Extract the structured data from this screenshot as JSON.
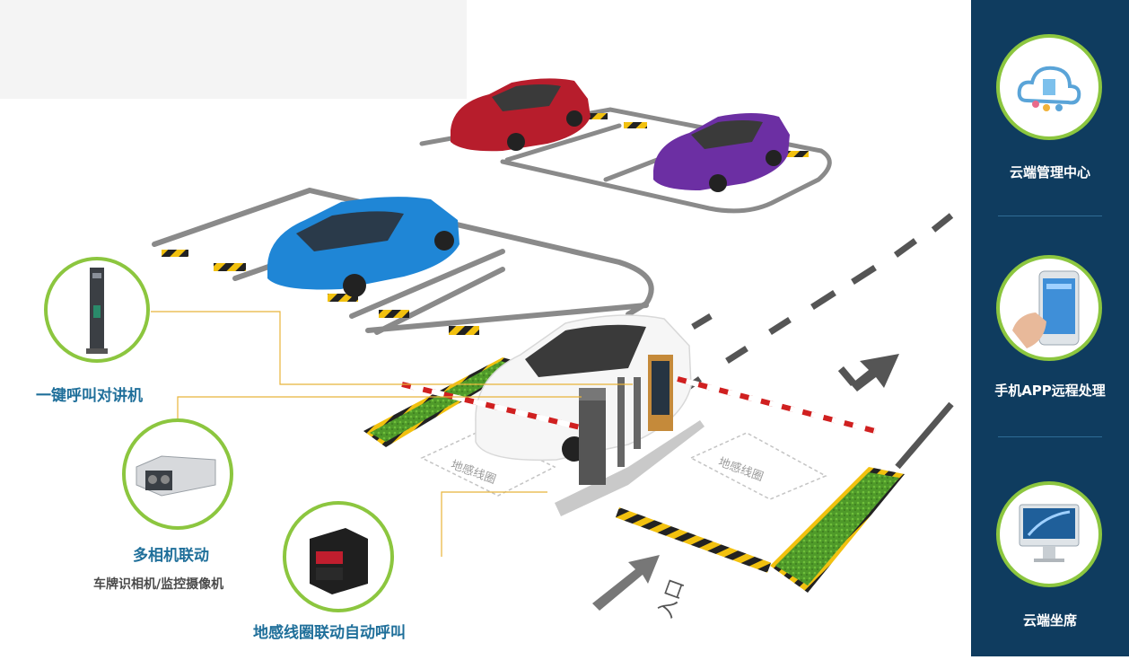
{
  "features": [
    {
      "label": "一键呼叫对讲机",
      "icon": "intercom-pillar-icon"
    },
    {
      "label": "多相机联动",
      "sub": "车牌识相机/监控摄像机",
      "icon": "camera-icon"
    },
    {
      "label": "地感线圈联动自动呼叫",
      "icon": "loop-detector-icon"
    }
  ],
  "road_labels": [
    "地感线圈",
    "地感线圈"
  ],
  "entrance_label": "入口",
  "sidebar": {
    "items": [
      {
        "label": "云端管理中心",
        "icon": "cloud-management-icon"
      },
      {
        "label": "手机APP远程处理",
        "icon": "smartphone-app-icon"
      },
      {
        "label": "云端坐席",
        "icon": "desktop-computer-icon"
      }
    ]
  },
  "colors": {
    "sidebar_bg": "#0f3c5f",
    "accent_green": "#8cc63f",
    "label_blue": "#1f6f9a",
    "connector": "#e8b43a"
  }
}
